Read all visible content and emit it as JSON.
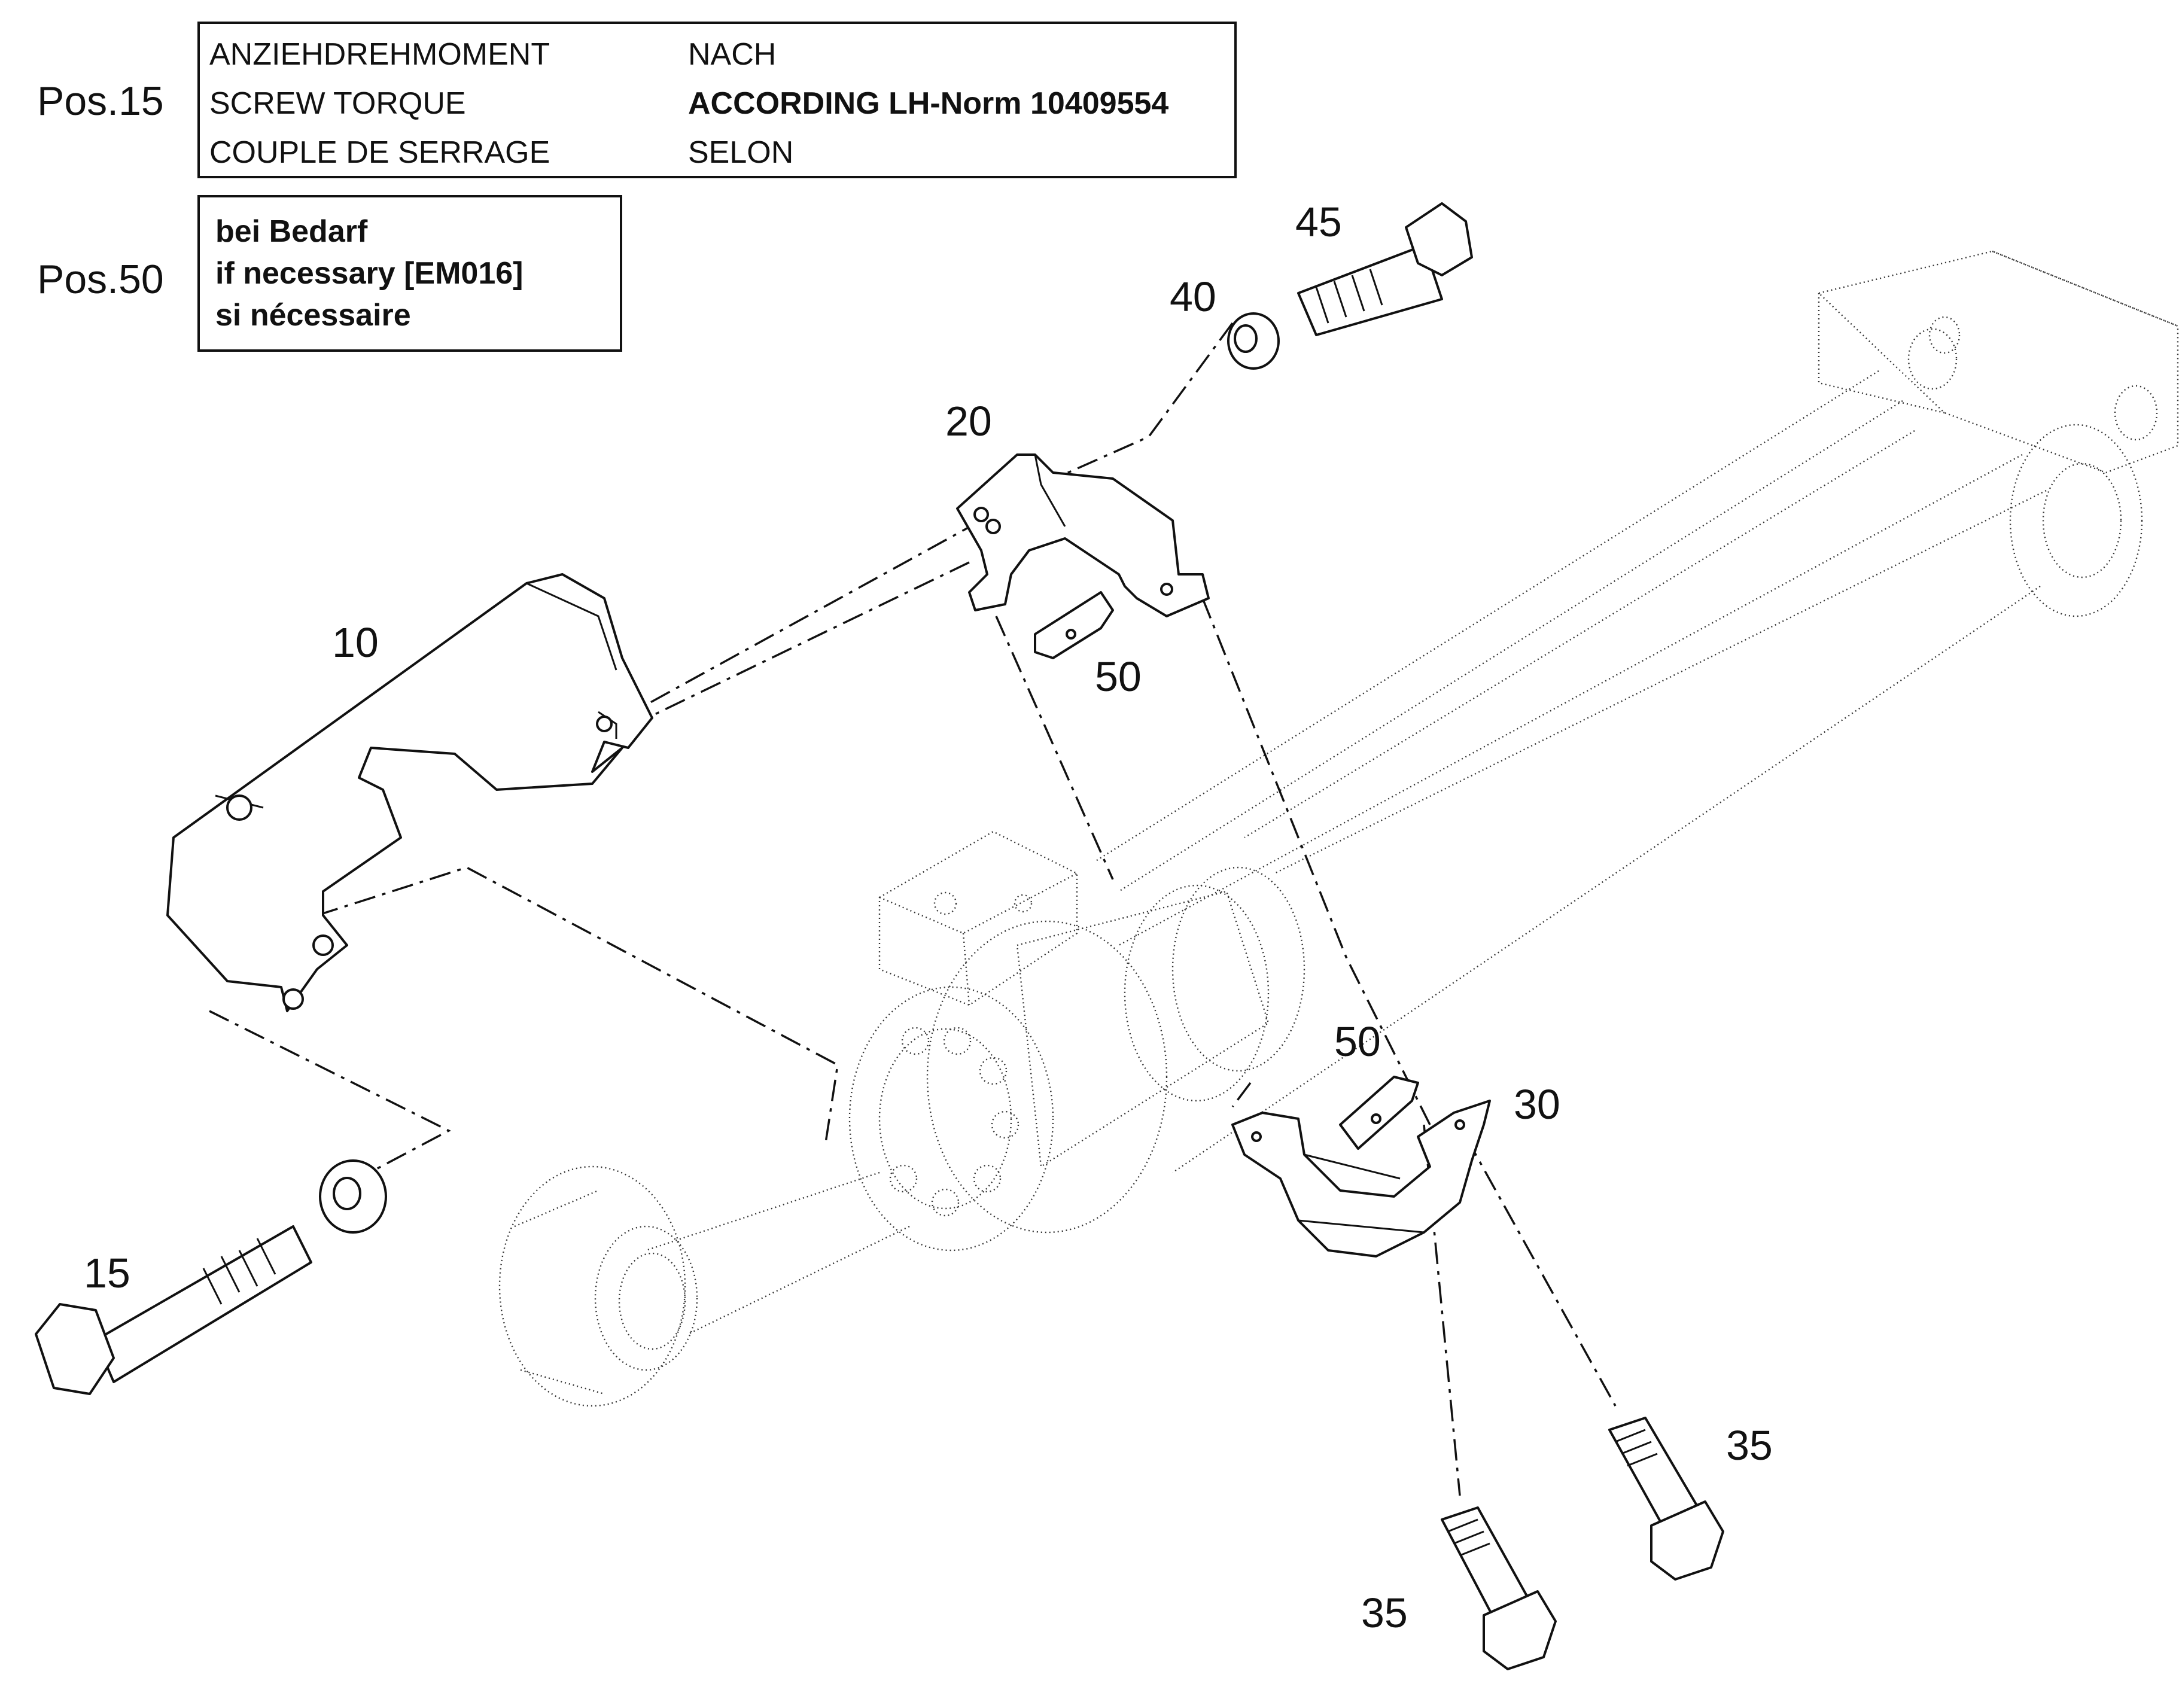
{
  "notes": {
    "torque": {
      "pos_label": "Pos.15",
      "row1_left": "ANZIEHDREHMOMENT",
      "row1_right": "NACH",
      "row2_left": "SCREW TORQUE",
      "row2_right": "ACCORDING  LH-Norm 10409554",
      "row3_left": "COUPLE DE SERRAGE",
      "row3_right": "SELON"
    },
    "optional": {
      "pos_label": "Pos.50",
      "line1": "bei Bedarf",
      "line2": "if necessary  [EM016]",
      "line3": "si nécessaire"
    }
  },
  "callouts": {
    "p10": "10",
    "p15": "15",
    "p20": "20",
    "p30": "30",
    "p35a": "35",
    "p35b": "35",
    "p40": "40",
    "p45": "45",
    "p50a": "50",
    "p50b": "50"
  }
}
